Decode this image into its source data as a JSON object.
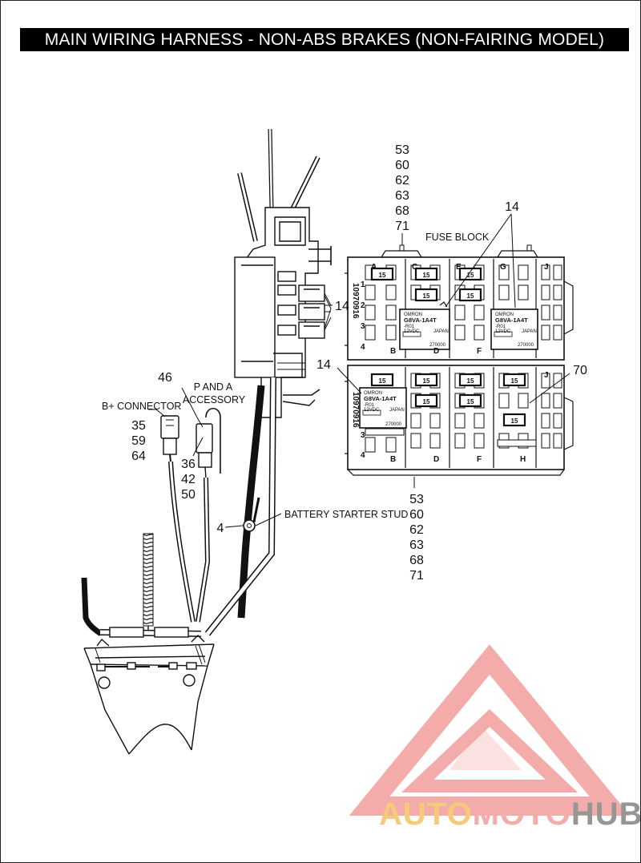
{
  "title": "MAIN WIRING HARNESS - NON-ABS BRAKES (NON-FAIRING MODEL)",
  "callouts": {
    "top_numbers": [
      "53",
      "60",
      "62",
      "63",
      "68",
      "71"
    ],
    "bottom_numbers": [
      "53",
      "60",
      "62",
      "63",
      "68",
      "71"
    ],
    "fuse_block_label": "FUSE BLOCK",
    "relay_upper_right": "14",
    "relay_left_mount": "14",
    "relay_lower_left": "14",
    "relay_lower_right": "70",
    "p_and_a_number": "46",
    "p_and_a_line1": "P AND A",
    "p_and_a_line2": "ACCESSORY",
    "p_and_a_parts": [
      "36",
      "42",
      "50"
    ],
    "b_plus_label": "B+ CONNECTOR",
    "b_plus_parts": [
      "35",
      "59",
      "64"
    ],
    "battery_number": "4",
    "battery_label": "BATTERY STARTER STUD"
  },
  "fuse_block": {
    "part_number": "10970916",
    "fuse_rating": "15",
    "upper_columns": [
      "A",
      "C",
      "E",
      "G",
      "J"
    ],
    "upper_bottom_letters": [
      "B",
      "D",
      "F"
    ],
    "lower_bottom_letters": [
      "B",
      "D",
      "F",
      "H"
    ],
    "lower_top_letter": "J",
    "side_numbers": [
      "1",
      "2",
      "3",
      "4"
    ],
    "relay_text": [
      "OMRON",
      "G8VA-1A4T",
      "-R01",
      "12VDC",
      "JAPAN",
      "270000"
    ]
  },
  "watermark": {
    "part1": "AUTO",
    "part2": "MOTO",
    "part3": "HUB",
    "colors": {
      "auto": "#f6c56b",
      "moto": "#f2a4a0",
      "hub": "#8b8b8b",
      "triangle": "#f2a4a0"
    }
  }
}
